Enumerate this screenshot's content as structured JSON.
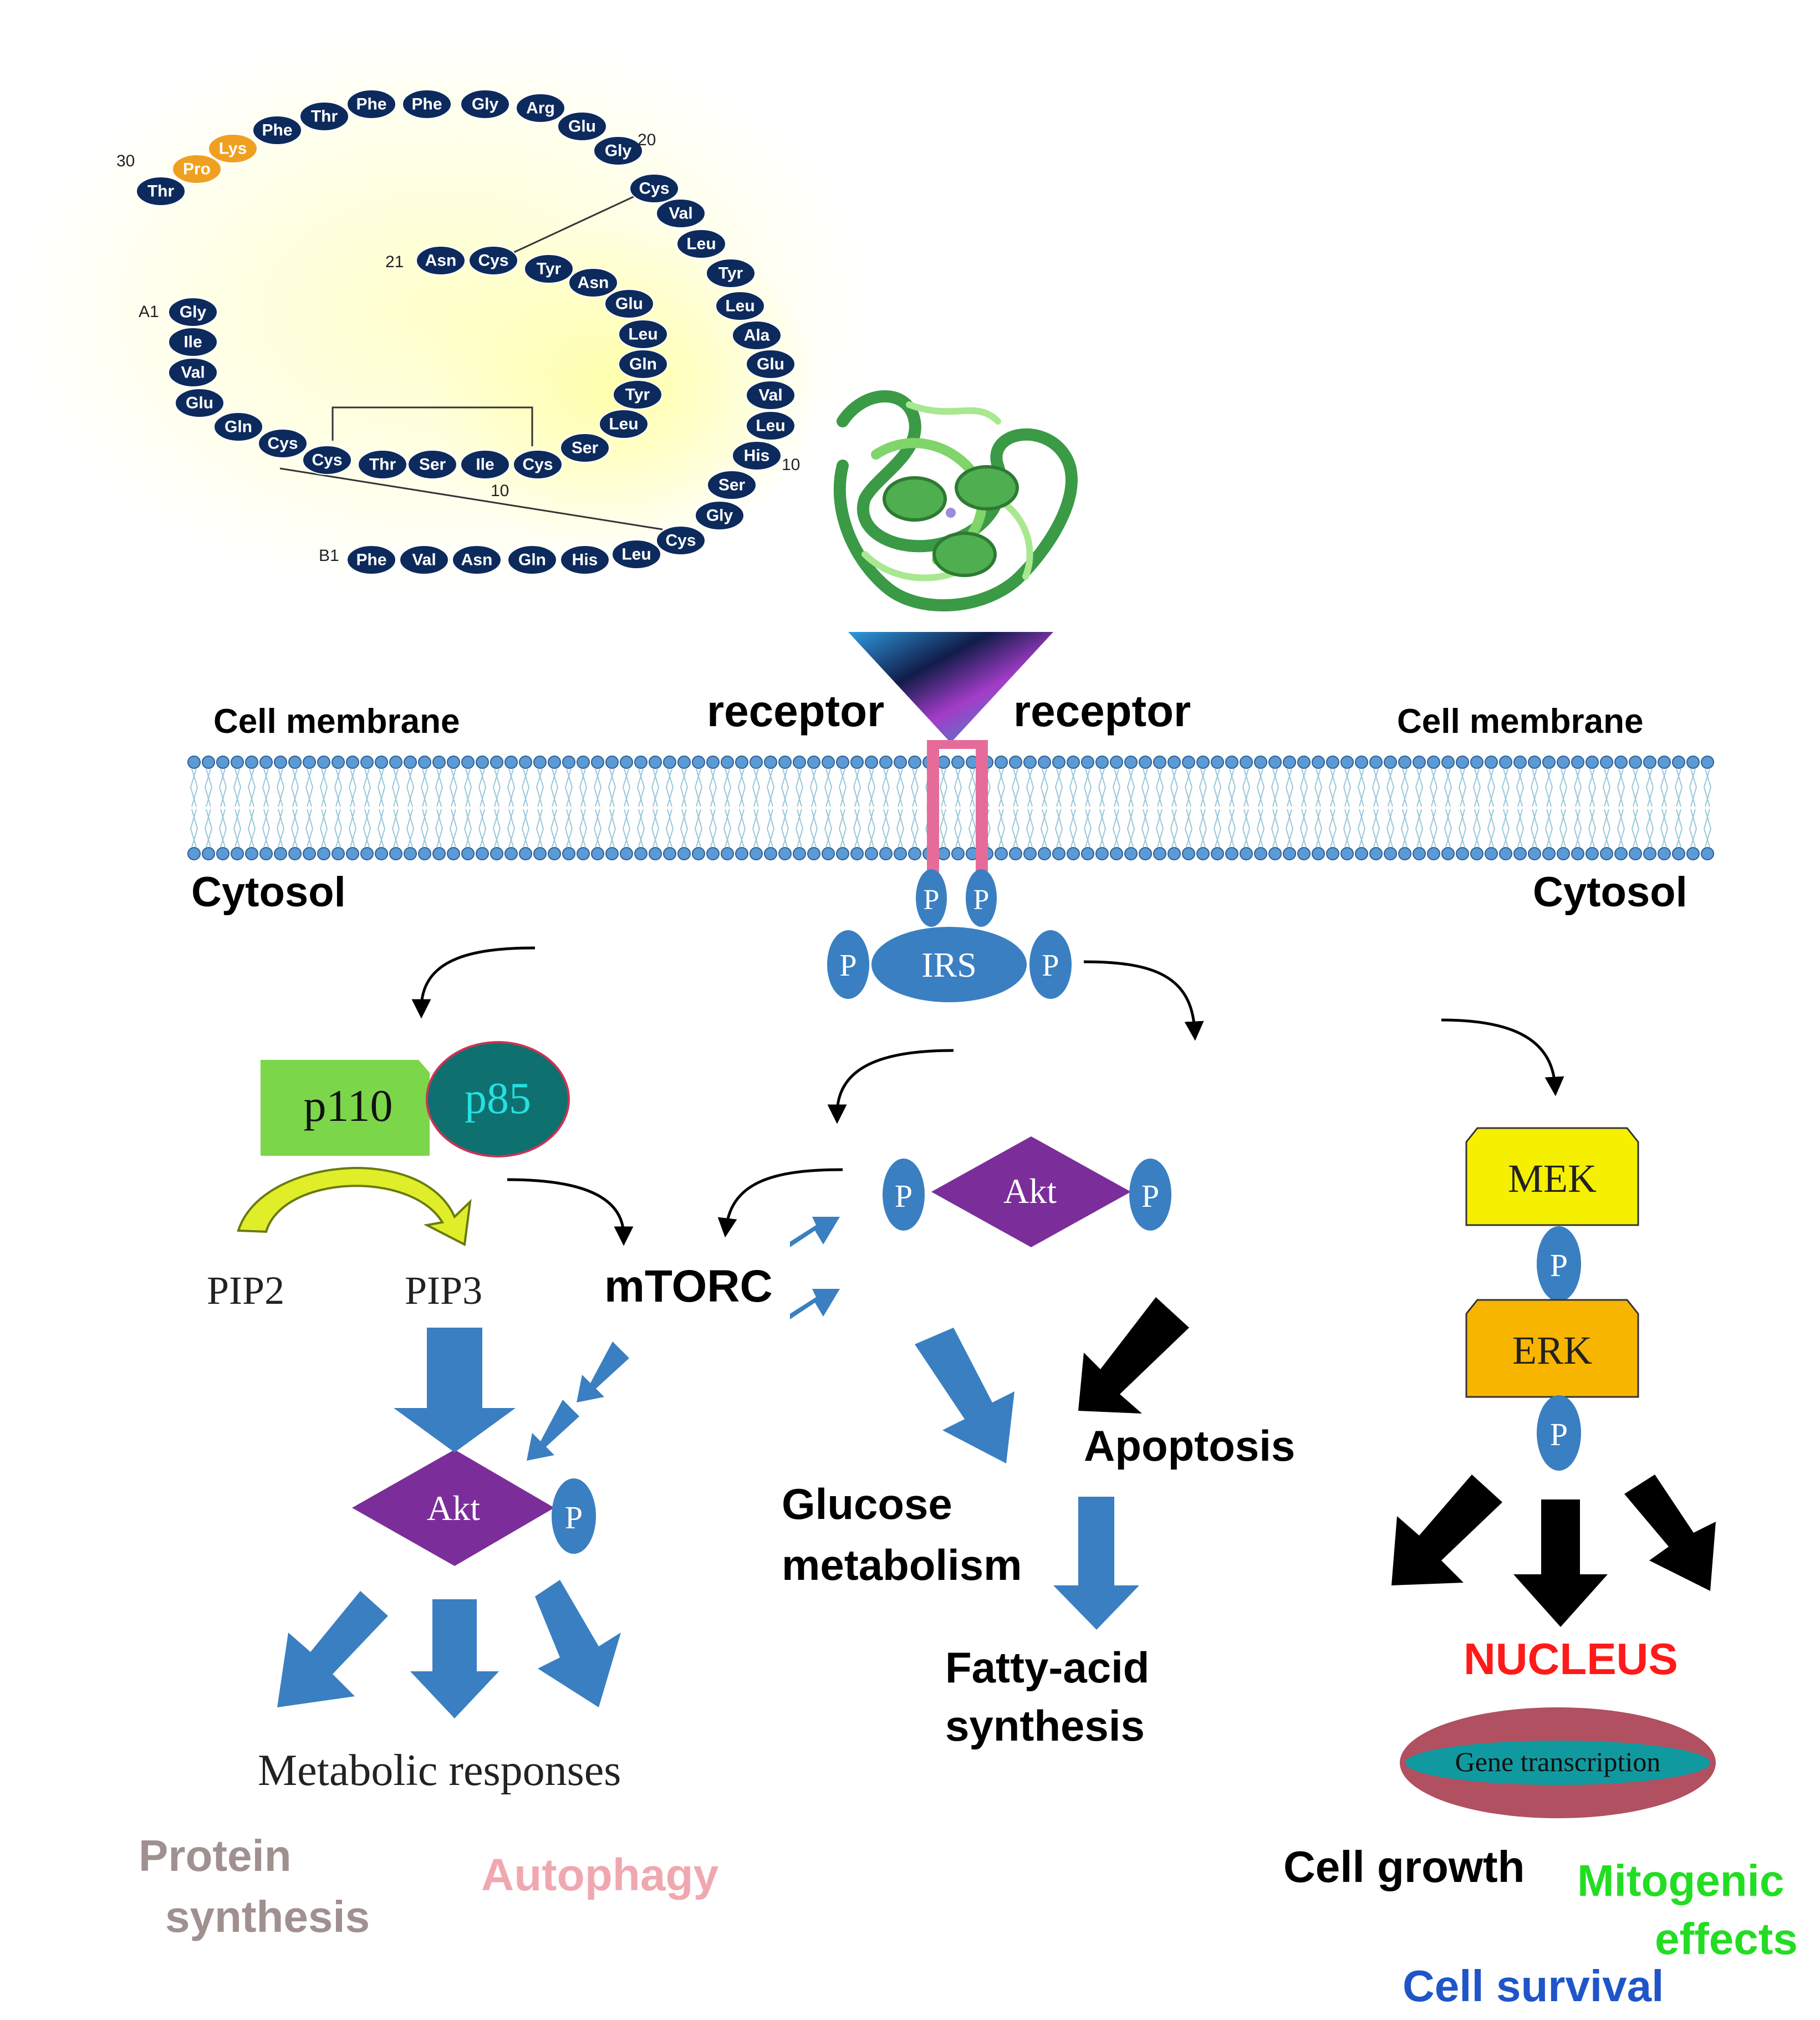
{
  "insulin": {
    "chainA_start": "A1",
    "chainB_start": "B1",
    "res_numbers": {
      "n30": "30",
      "n20": "20",
      "n21": "21",
      "n10a": "10",
      "n10b": "10"
    },
    "chainB_top": [
      "Thr",
      "Pro",
      "Lys",
      "Phe",
      "Thr",
      "Phe",
      "Phe",
      "Gly",
      "Arg",
      "Glu",
      "Gly",
      "Cys",
      "Val",
      "Leu",
      "Tyr",
      "Leu",
      "Ala",
      "Glu",
      "Val",
      "Leu",
      "His",
      "Ser",
      "Gly",
      "Cys",
      "Leu",
      "His",
      "Gln",
      "Asn",
      "Val",
      "Phe"
    ],
    "chainA": [
      "Gly",
      "Ile",
      "Val",
      "Glu",
      "Gln",
      "Cys",
      "Cys",
      "Thr",
      "Ser",
      "Ile",
      "Cys",
      "Ser",
      "Leu",
      "Tyr",
      "Gln",
      "Leu",
      "Glu",
      "Asn",
      "Tyr",
      "Cys",
      "Asn"
    ],
    "highlight_color": "#f0a020",
    "residue_color": "#0d2a5c"
  },
  "membrane": {
    "left_label": "Cell membrane",
    "right_label": "Cell membrane",
    "cytosol_left": "Cytosol",
    "cytosol_right": "Cytosol",
    "receptor_left": "receptor",
    "receptor_right": "receptor"
  },
  "irs": {
    "label": "IRS",
    "p": "P"
  },
  "pi3k": {
    "p110": "p110",
    "p85": "p85",
    "pip2": "PIP2",
    "pip3": "PIP3"
  },
  "mtorc": "mTORC",
  "akt": {
    "label": "Akt",
    "p": "P"
  },
  "outcomes": {
    "metabolic_responses": "Metabolic responses",
    "protein_synthesis_1": "Protein",
    "protein_synthesis_2": "synthesis",
    "autophagy": "Autophagy",
    "glucose_1": "Glucose",
    "glucose_2": "metabolism",
    "apoptosis": "Apoptosis",
    "fatty_1": "Fatty-acid",
    "fatty_2": "synthesis"
  },
  "mapk": {
    "mek": "MEK",
    "erk": "ERK",
    "p": "P"
  },
  "nucleus": {
    "label": "NUCLEUS",
    "gene_transcription": "Gene transcription",
    "cell_growth": "Cell growth",
    "mitogenic_1": "Mitogenic",
    "mitogenic_2": "effects",
    "cell_survival": "Cell survival"
  },
  "colors": {
    "blue_shape": "#3a7fc1",
    "purple": "#7b2e99",
    "green": "#7cd64a",
    "teal": "#0f7070",
    "yellow": "#f4f000",
    "orange": "#f7b500",
    "red": "#ff1a1a",
    "bright_green": "#22dd22",
    "survival_blue": "#1f55c8",
    "protein_grey": "#a09090",
    "autophagy_pink": "#f0a8b0",
    "receptor_pink": "#e56c9a"
  }
}
